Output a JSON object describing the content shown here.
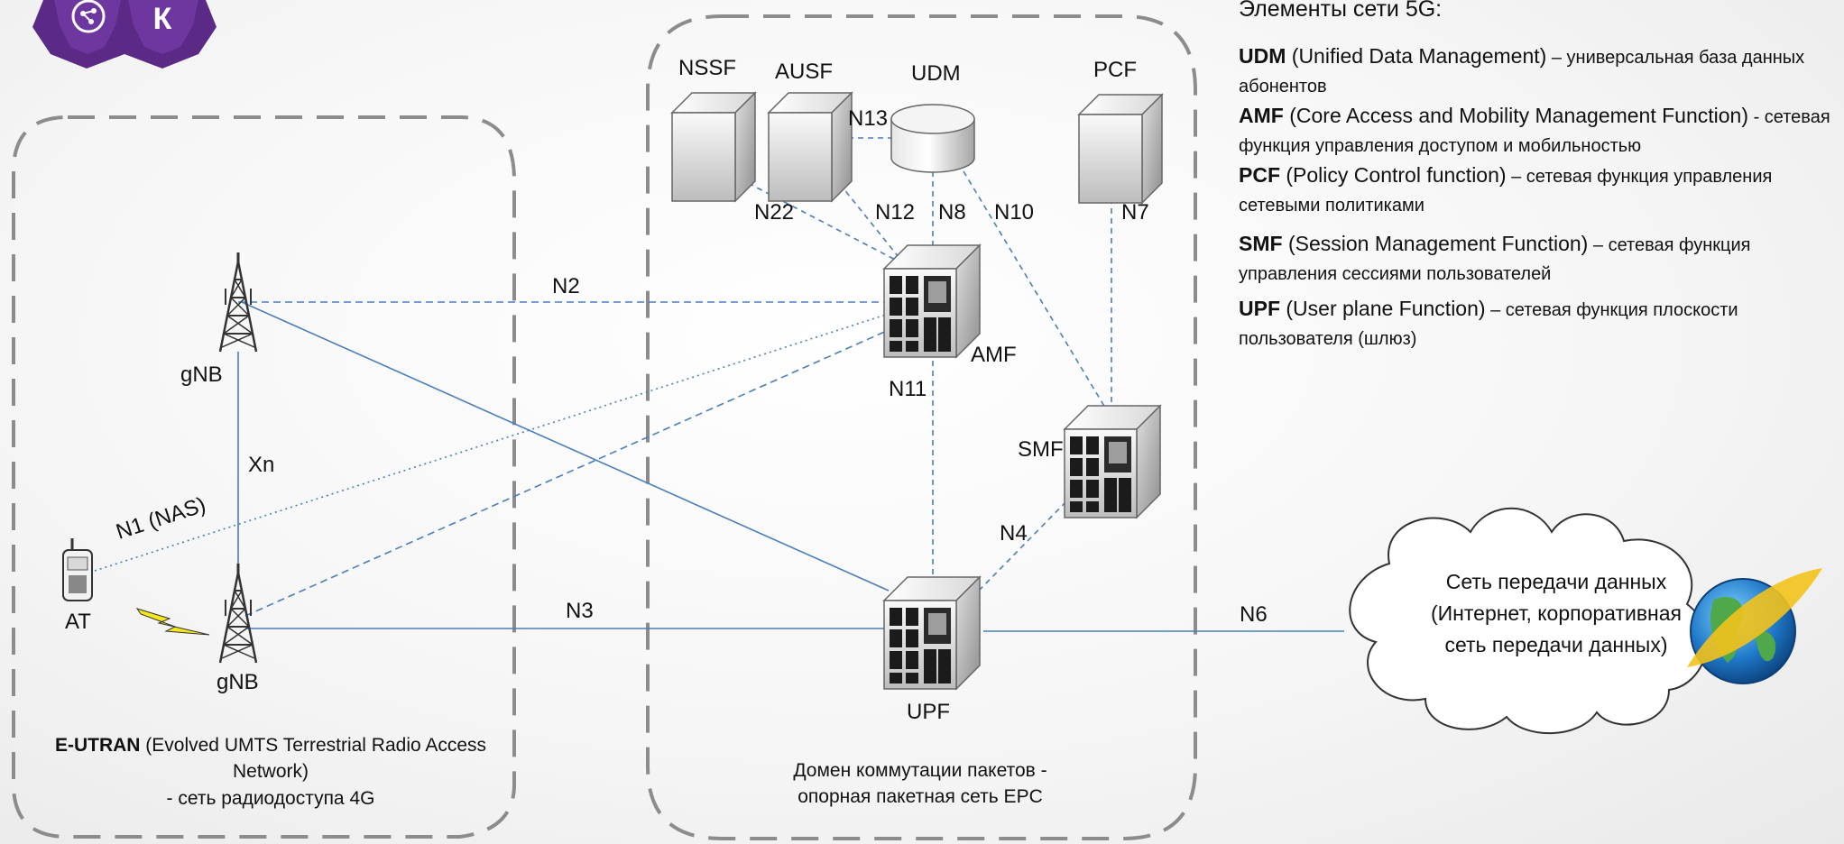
{
  "logo": {
    "letter": "К"
  },
  "legend": {
    "title": "Элементы сети 5G:",
    "items": [
      {
        "abbr": "UDM",
        "name": " (Unified Data Management)",
        "desc": " – универсальная база данных абонентов"
      },
      {
        "abbr": "AMF",
        "name": " (Core Access and Mobility Management Function)",
        "desc": " - сетевая функция управления доступом и мобильностью"
      },
      {
        "abbr": "PCF",
        "name": " (Policy Control function)",
        "desc": " – сетевая функция управления сетевыми политиками"
      },
      {
        "abbr": "SMF",
        "name": " (Session Management Function)",
        "desc": " – сетевая функция управления сессиями пользователей"
      },
      {
        "abbr": "UPF",
        "name": " (User plane Function)",
        "desc": " – сетевая функция плоскости пользователя (шлюз)"
      }
    ]
  },
  "nodes": {
    "nssf": "NSSF",
    "ausf": "AUSF",
    "udm": "UDM",
    "pcf": "PCF",
    "amf": "AMF",
    "smf": "SMF",
    "upf": "UPF",
    "gnb_top": "gNB",
    "gnb_bottom": "gNB",
    "at": "AT"
  },
  "interfaces": {
    "n13": "N13",
    "n22": "N22",
    "n12": "N12",
    "n8": "N8",
    "n10": "N10",
    "n7": "N7",
    "n2": "N2",
    "n11": "N11",
    "n4": "N4",
    "n3": "N3",
    "n6": "N6",
    "xn": "Xn",
    "n1": "N1 (NAS)"
  },
  "captions": {
    "eutran_bold": "E-UTRAN",
    "eutran_rest": " (Evolved UMTS Terrestrial Radio Access Network)",
    "eutran_line2": "- сеть радиодоступа 4G",
    "core_line1": "Домен коммутации пакетов -",
    "core_line2": "опорная пакетная сеть EPC"
  },
  "cloud": {
    "text": "Сеть передачи данных (Интернет, корпоративная сеть передачи данных)"
  },
  "colors": {
    "link": "#4a7ebb",
    "border": "#8c8c8c",
    "logo": "#5b2a86",
    "lightning": "#f4e81c"
  }
}
